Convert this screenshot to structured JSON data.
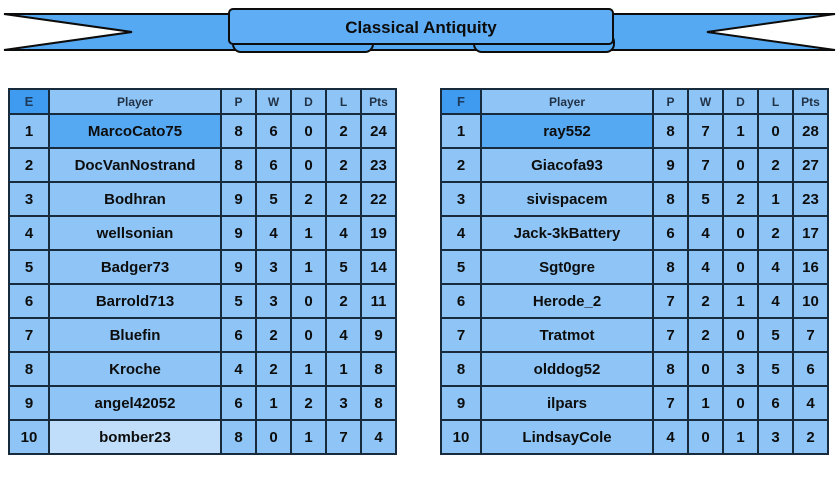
{
  "banner": {
    "title": "Classical Antiquity"
  },
  "colors": {
    "ribbon": "#55a9f2",
    "ribbon_box": "#5fadf5",
    "cell": "#8ec5f6",
    "header_letter_bg": "#3f9bf0",
    "highlight_dark": "#55a8f2",
    "highlight_light": "#c0defa",
    "border": "#182b3d"
  },
  "tables": [
    {
      "group": "E",
      "columns": [
        "Player",
        "P",
        "W",
        "D",
        "L",
        "Pts"
      ],
      "rows": [
        {
          "rank": 1,
          "player": "MarcoCato75",
          "p": 8,
          "w": 6,
          "d": 0,
          "l": 2,
          "pts": 24,
          "highlight": "dark"
        },
        {
          "rank": 2,
          "player": "DocVanNostrand",
          "p": 8,
          "w": 6,
          "d": 0,
          "l": 2,
          "pts": 23
        },
        {
          "rank": 3,
          "player": "Bodhran",
          "p": 9,
          "w": 5,
          "d": 2,
          "l": 2,
          "pts": 22
        },
        {
          "rank": 4,
          "player": "wellsonian",
          "p": 9,
          "w": 4,
          "d": 1,
          "l": 4,
          "pts": 19
        },
        {
          "rank": 5,
          "player": "Badger73",
          "p": 9,
          "w": 3,
          "d": 1,
          "l": 5,
          "pts": 14
        },
        {
          "rank": 6,
          "player": "Barrold713",
          "p": 5,
          "w": 3,
          "d": 0,
          "l": 2,
          "pts": 11
        },
        {
          "rank": 7,
          "player": "Bluefin",
          "p": 6,
          "w": 2,
          "d": 0,
          "l": 4,
          "pts": 9
        },
        {
          "rank": 8,
          "player": "Kroche",
          "p": 4,
          "w": 2,
          "d": 1,
          "l": 1,
          "pts": 8
        },
        {
          "rank": 9,
          "player": "angel42052",
          "p": 6,
          "w": 1,
          "d": 2,
          "l": 3,
          "pts": 8
        },
        {
          "rank": 10,
          "player": "bomber23",
          "p": 8,
          "w": 0,
          "d": 1,
          "l": 7,
          "pts": 4,
          "highlight": "light"
        }
      ]
    },
    {
      "group": "F",
      "columns": [
        "Player",
        "P",
        "W",
        "D",
        "L",
        "Pts"
      ],
      "rows": [
        {
          "rank": 1,
          "player": "ray552",
          "p": 8,
          "w": 7,
          "d": 1,
          "l": 0,
          "pts": 28,
          "highlight": "dark"
        },
        {
          "rank": 2,
          "player": "Giacofa93",
          "p": 9,
          "w": 7,
          "d": 0,
          "l": 2,
          "pts": 27
        },
        {
          "rank": 3,
          "player": "sivispacem",
          "p": 8,
          "w": 5,
          "d": 2,
          "l": 1,
          "pts": 23
        },
        {
          "rank": 4,
          "player": "Jack-3kBattery",
          "p": 6,
          "w": 4,
          "d": 0,
          "l": 2,
          "pts": 17
        },
        {
          "rank": 5,
          "player": "Sgt0gre",
          "p": 8,
          "w": 4,
          "d": 0,
          "l": 4,
          "pts": 16
        },
        {
          "rank": 6,
          "player": "Herode_2",
          "p": 7,
          "w": 2,
          "d": 1,
          "l": 4,
          "pts": 10
        },
        {
          "rank": 7,
          "player": "Tratmot",
          "p": 7,
          "w": 2,
          "d": 0,
          "l": 5,
          "pts": 7
        },
        {
          "rank": 8,
          "player": "olddog52",
          "p": 8,
          "w": 0,
          "d": 3,
          "l": 5,
          "pts": 6
        },
        {
          "rank": 9,
          "player": "ilpars",
          "p": 7,
          "w": 1,
          "d": 0,
          "l": 6,
          "pts": 4
        },
        {
          "rank": 10,
          "player": "LindsayCole",
          "p": 4,
          "w": 0,
          "d": 1,
          "l": 3,
          "pts": 2
        }
      ]
    }
  ]
}
